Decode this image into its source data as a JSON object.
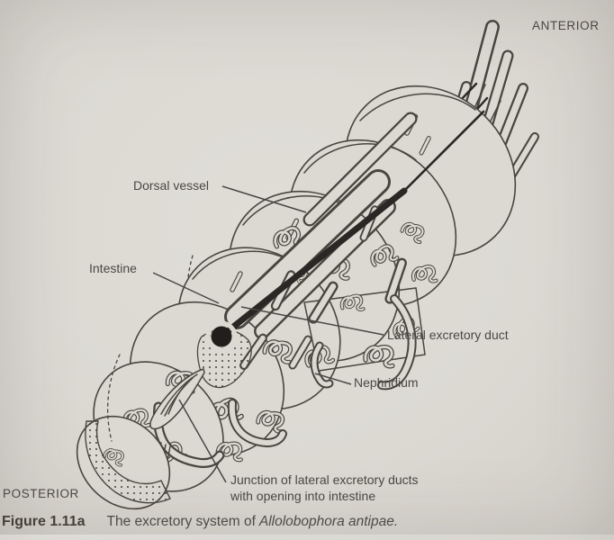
{
  "colors": {
    "background": "#dcd9d3",
    "ink": "#49453f",
    "vessel_ink": "#211e1b",
    "text": "#4b4742"
  },
  "orientation": {
    "anterior": "ANTERIOR",
    "posterior": "POSTERIOR"
  },
  "annotations": [
    {
      "label": "Dorsal vessel"
    },
    {
      "label": "Intestine"
    },
    {
      "label": "Lateral excretory duct"
    },
    {
      "label": "Nephridium"
    },
    {
      "label": "Junction of lateral excretory ducts",
      "label2": "with opening into intestine"
    }
  ],
  "caption": {
    "number": "Figure 1.11a",
    "text": "The excretory system of",
    "species": "Allolobophora antipae."
  }
}
